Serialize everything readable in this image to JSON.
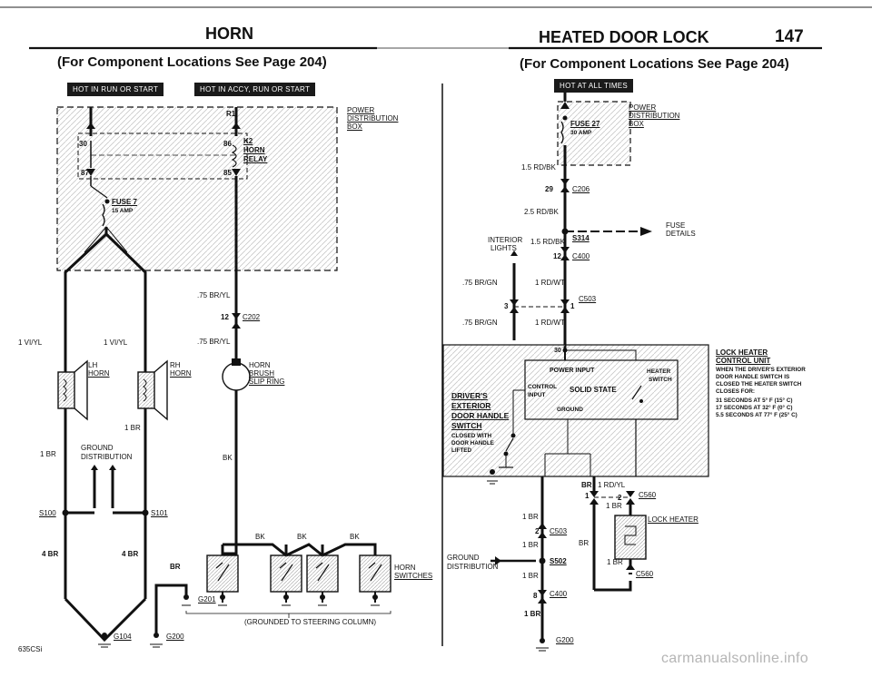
{
  "header": {
    "left_title": "HORN",
    "right_title": "HEATED DOOR LOCK",
    "page_number": "147",
    "left_subtitle": "(For Component Locations See Page 204)",
    "right_subtitle": "(For Component Locations See Page 204)"
  },
  "horn": {
    "badge_run_start": "HOT IN RUN OR START",
    "badge_accy": "HOT IN ACCY, RUN OR START",
    "r1": "R1",
    "power_distribution": [
      "POWER",
      "DISTRIBUTION",
      "BOX"
    ],
    "pin30": "30",
    "pin86": "86",
    "pin87": "87",
    "pin85": "85",
    "relay": [
      "K2",
      "HORN",
      "RELAY"
    ],
    "fuse": "FUSE 7",
    "fuse_amp": "15 AMP",
    "wire_br_yl_1": ".75 BR/YL",
    "c202_pin": "12",
    "c202": "C202",
    "wire_br_yl_2": ".75 BR/YL",
    "wire_vi_yl_1": "1 VI/YL",
    "wire_vi_yl_2": "1 VI/YL",
    "lh_horn": [
      "LH",
      "HORN"
    ],
    "rh_horn": [
      "RH",
      "HORN"
    ],
    "brush": [
      "HORN",
      "BRUSH",
      "SLIP RING"
    ],
    "wire_1br_a": "1 BR",
    "wire_1br_b": "1 BR",
    "ground_dist": [
      "GROUND",
      "DISTRIBUTION"
    ],
    "bk": "BK",
    "s100": "S100",
    "s101": "S101",
    "wire_4br_a": "4 BR",
    "wire_4br_b": "4 BR",
    "br": "BR",
    "bk1": "BK",
    "bk2": "BK",
    "bk3": "BK",
    "horn_switches": [
      "HORN",
      "SWITCHES"
    ],
    "g201": "G201",
    "g104": "G104",
    "g200": "G200",
    "grounded_note": "(GROUNDED TO STEERING COLUMN)",
    "model": "635CSi"
  },
  "lock": {
    "badge_all_times": "HOT AT ALL TIMES",
    "fuse": "FUSE 27",
    "fuse_amp": "30 AMP",
    "power_distribution": [
      "POWER",
      "DISTRIBUTION",
      "BOX"
    ],
    "wire_1_5_rdbk_a": "1.5 RD/BK",
    "c206_pin": "29",
    "c206": "C206",
    "wire_2_5_rdbk": "2.5 RD/BK",
    "fuse_details": [
      "FUSE",
      "DETAILS"
    ],
    "interior_lights": [
      "INTERIOR",
      "LIGHTS"
    ],
    "wire_1_5_rdbk_b": "1.5 RD/BK",
    "s314": "S314",
    "c400_pin": "12",
    "c400": "C400",
    "wire_75_brgn_a": ".75 BR/GN",
    "wire_1rdwt_a": "1 RD/WT",
    "c503_pin3": "3",
    "c503_pin1": "1",
    "c503": "C503",
    "wire_75_brgn_b": ".75 BR/GN",
    "wire_1rdwt_b": "1 RD/WT",
    "pin30": "30",
    "power_input": "POWER INPUT",
    "control_input": [
      "CONTROL",
      "INPUT"
    ],
    "solid_state": "SOLID STATE",
    "ground": "GROUND",
    "heater_switch": [
      "HEATER",
      "SWITCH"
    ],
    "drivers_switch": [
      "DRIVER'S",
      "EXTERIOR",
      "DOOR HANDLE",
      "SWITCH"
    ],
    "closed_with": [
      "CLOSED WITH",
      "DOOR HANDLE",
      "LIFTED"
    ],
    "unit_title": [
      "LOCK HEATER",
      "CONTROL UNIT"
    ],
    "unit_note": [
      "WHEN THE DRIVER'S EXTERIOR",
      "DOOR HANDLE SWITCH IS",
      "CLOSED THE HEATER SWITCH",
      "CLOSES FOR:",
      "31 SECONDS AT 5° F (15° C)",
      "17 SECONDS AT 32° F (0° C)",
      "5.5 SECONDS AT 77° F (25° C)"
    ],
    "br_top": "BR",
    "rd_yl": "1 RD/YL",
    "c560_pin1": "1",
    "c560_pin2": "2",
    "c560_a": "C560",
    "wire_1br_c": "1 BR",
    "lock_heater": "LOCK HEATER",
    "wire_1br_a": "1 BR",
    "c503_pin2": "2",
    "c503_b": "C503",
    "wire_1br_b": "1 BR",
    "br_mid": "BR",
    "ground_dist": [
      "GROUND",
      "DISTRIBUTION"
    ],
    "s502": "S502",
    "wire_1br_d": "1 BR",
    "wire_1br_e": "1 BR",
    "c560_b": "C560",
    "c400_pin8": "8",
    "c400_b": "C400",
    "wire_1br_f": "1 BR",
    "g200": "G200"
  },
  "watermark": "carmanualsonline.info"
}
